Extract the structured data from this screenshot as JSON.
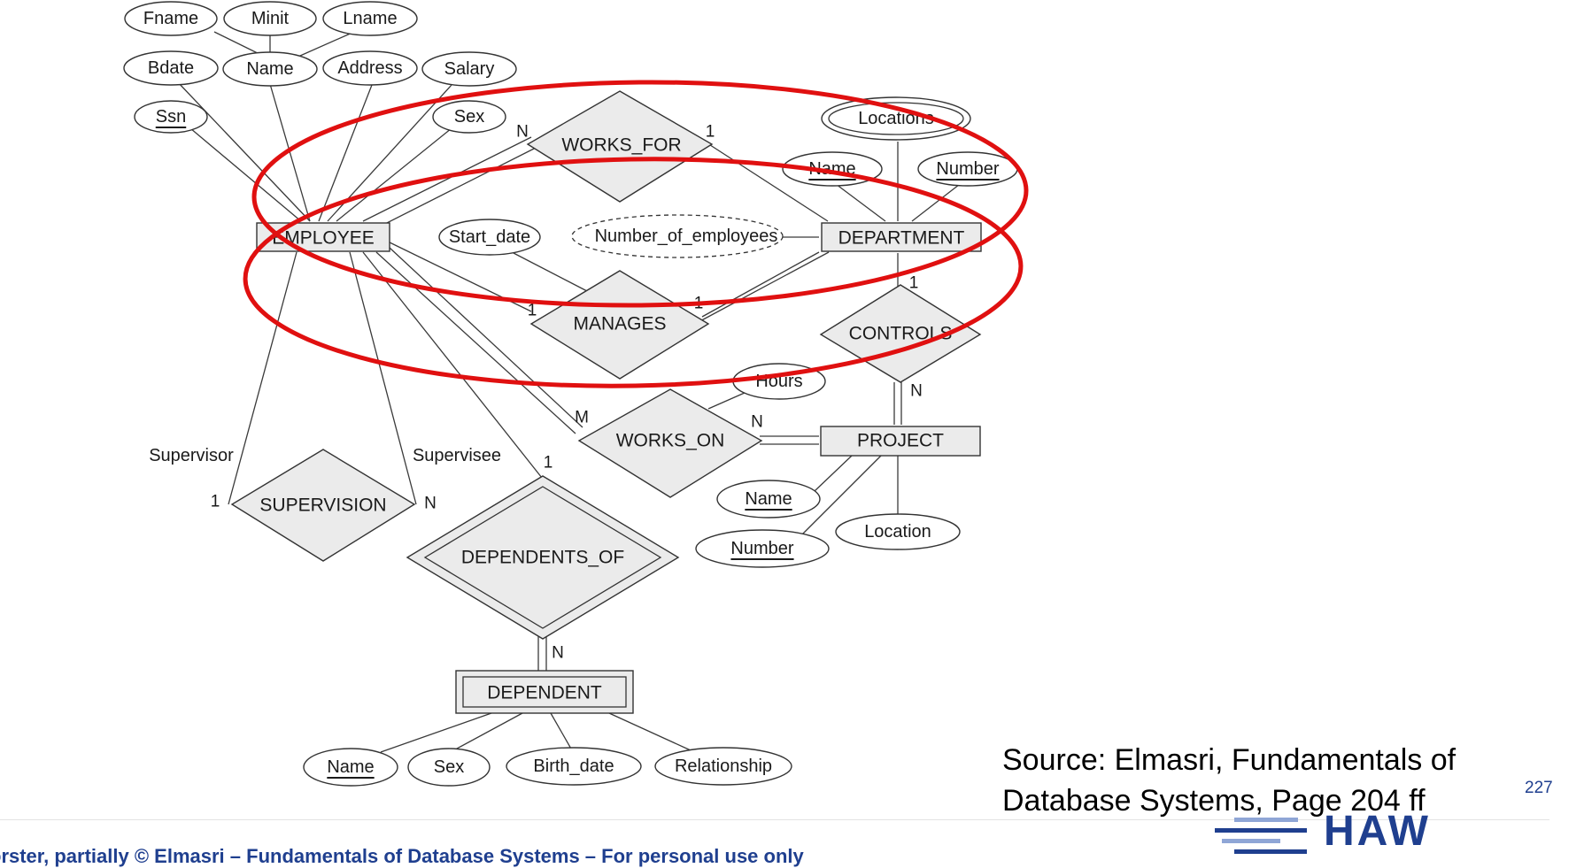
{
  "diagram": {
    "entities": {
      "employee": "EMPLOYEE",
      "department": "DEPARTMENT",
      "project": "PROJECT",
      "dependent": "DEPENDENT"
    },
    "relationships": {
      "works_for": "WORKS_FOR",
      "manages": "MANAGES",
      "works_on": "WORKS_ON",
      "controls": "CONTROLS",
      "supervision": "SUPERVISION",
      "dependents_of": "DEPENDENTS_OF"
    },
    "attributes": {
      "fname": "Fname",
      "minit": "Minit",
      "lname": "Lname",
      "bdate": "Bdate",
      "emp_name": "Name",
      "address": "Address",
      "salary": "Salary",
      "ssn": "Ssn",
      "emp_sex": "Sex",
      "locations": "Locations",
      "dept_name": "Name",
      "dept_number": "Number",
      "start_date": "Start_date",
      "number_of_employees": "Number_of_employees",
      "hours": "Hours",
      "proj_name": "Name",
      "proj_number": "Number",
      "location": "Location",
      "dep_name": "Name",
      "dep_sex": "Sex",
      "birth_date": "Birth_date",
      "relationship": "Relationship"
    },
    "cardinalities": {
      "works_for_emp": "N",
      "works_for_dept": "1",
      "manages_emp": "1",
      "manages_dept": "1",
      "controls_dept": "1",
      "controls_proj": "N",
      "works_on_emp": "M",
      "works_on_proj": "N",
      "supervision_supervisor": "1",
      "supervision_supervisee": "N",
      "dependents_of_emp": "1",
      "dependents_of_dep": "N"
    },
    "roles": {
      "supervisor": "Supervisor",
      "supervisee": "Supervisee"
    },
    "highlight_color": "#e01010"
  },
  "slide": {
    "source_line1": "Source: Elmasri, Fundamentals of",
    "source_line2": "Database Systems, Page 204 ff",
    "page_number": "227",
    "footer": "orster, partially © Elmasri – Fundamentals of Database Systems – For personal use only",
    "logo_text": "HAW",
    "logo_color": "#1f3f8f",
    "logo_light_color": "#8fa6d6"
  }
}
